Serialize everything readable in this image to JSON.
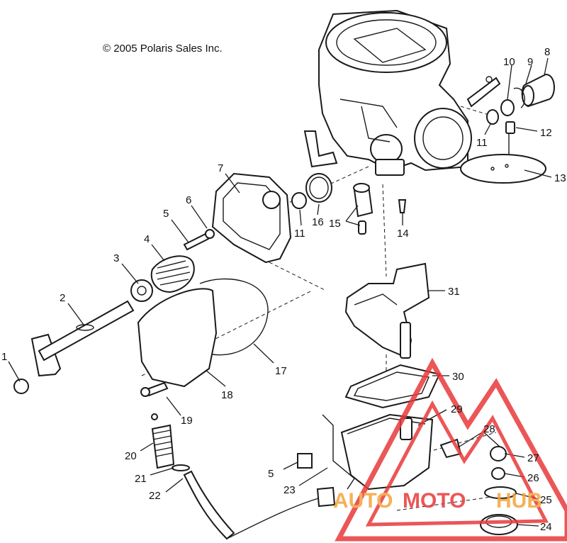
{
  "copyright": "© 2005 Polaris Sales Inc.",
  "callouts": {
    "c1": "1",
    "c2": "2",
    "c3": "3",
    "c4": "4",
    "c5a": "5",
    "c5b": "5",
    "c6": "6",
    "c7": "7",
    "c8": "8",
    "c9": "9",
    "c10": "10",
    "c11a": "11",
    "c11b": "11",
    "c12": "12",
    "c13": "13",
    "c14": "14",
    "c15": "15",
    "c16": "16",
    "c17": "17",
    "c18": "18",
    "c19": "19",
    "c20": "20",
    "c21": "21",
    "c22": "22",
    "c23": "23",
    "c24": "24",
    "c25": "25",
    "c26": "26",
    "c27": "27",
    "c28": "28",
    "c29": "29",
    "c30": "30",
    "c31": "31"
  },
  "watermark": {
    "part1": "AUTO",
    "part2": "MOTO",
    "part3": "HUB",
    "color_red": "#e8393a",
    "color_orange": "#f4a43a"
  }
}
